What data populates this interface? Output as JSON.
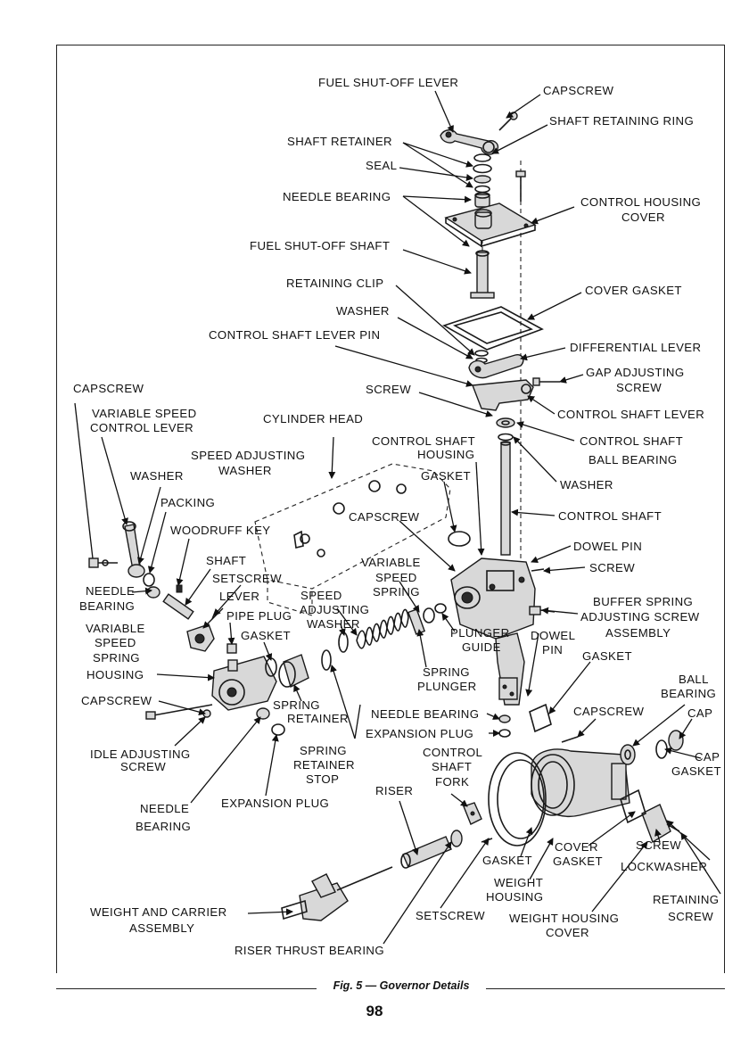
{
  "figure": {
    "caption": "Fig. 5 — Governor Details",
    "page_number": "98"
  },
  "labels": {
    "fuel_shutoff_lever": "FUEL SHUT-OFF LEVER",
    "capscrew_top": "CAPSCREW",
    "shaft_retaining_ring": "SHAFT RETAINING RING",
    "shaft_retainer": "SHAFT RETAINER",
    "seal": "SEAL",
    "needle_bearing_top": "NEEDLE BEARING",
    "control_housing_cover_1": "CONTROL HOUSING",
    "control_housing_cover_2": "COVER",
    "fuel_shutoff_shaft": "FUEL SHUT-OFF SHAFT",
    "retaining_clip": "RETAINING CLIP",
    "cover_gasket": "COVER GASKET",
    "washer_upper": "WASHER",
    "control_shaft_lever_pin": "CONTROL SHAFT LEVER PIN",
    "differential_lever": "DIFFERENTIAL LEVER",
    "gap_adjusting_screw_1": "GAP ADJUSTING",
    "gap_adjusting_screw_2": "SCREW",
    "capscrew_left": "CAPSCREW",
    "screw_mid": "SCREW",
    "control_shaft_lever": "CONTROL SHAFT LEVER",
    "variable_speed_control_lever_1": "VARIABLE SPEED",
    "variable_speed_control_lever_2": "CONTROL LEVER",
    "cylinder_head": "CYLINDER HEAD",
    "control_shaft_housing_1": "CONTROL SHAFT",
    "control_shaft_housing_2": "HOUSING",
    "control_shaft_ball_bearing_1": "CONTROL SHAFT",
    "control_shaft_ball_bearing_2": "BALL BEARING",
    "speed_adjusting_washer_top_1": "SPEED ADJUSTING",
    "speed_adjusting_washer_top_2": "WASHER",
    "washer_left": "WASHER",
    "gasket_housing": "GASKET",
    "washer_right": "WASHER",
    "packing": "PACKING",
    "capscrew_center": "CAPSCREW",
    "control_shaft": "CONTROL SHAFT",
    "woodruff_key": "WOODRUFF KEY",
    "dowel_pin_right": "DOWEL PIN",
    "shaft": "SHAFT",
    "variable_speed_spring_1": "VARIABLE",
    "variable_speed_spring_2": "SPEED",
    "variable_speed_spring_3": "SPRING",
    "screw_right": "SCREW",
    "setscrew_left": "SETSCREW",
    "needle_bearing_left_1": "NEEDLE",
    "needle_bearing_left_2": "BEARING",
    "lever": "LEVER",
    "speed_adjusting_washer_mid_1": "SPEED",
    "speed_adjusting_washer_mid_2": "ADJUSTING",
    "speed_adjusting_washer_mid_3": "WASHER",
    "buffer_spring_1": "BUFFER SPRING",
    "buffer_spring_2": "ADJUSTING SCREW",
    "buffer_spring_3": "ASSEMBLY",
    "pipe_plug": "PIPE PLUG",
    "gasket_left": "GASKET",
    "vs_spring_housing_1": "VARIABLE",
    "vs_spring_housing_2": "SPEED",
    "vs_spring_housing_3": "SPRING",
    "vs_spring_housing_4": "HOUSING",
    "plunger_guide_1": "PLUNGER",
    "plunger_guide_2": "GUIDE",
    "dowel_pin_mid_1": "DOWEL",
    "dowel_pin_mid_2": "PIN",
    "gasket_mid_right": "GASKET",
    "spring_plunger_1": "SPRING",
    "spring_plunger_2": "PLUNGER",
    "ball_bearing_1": "BALL",
    "ball_bearing_2": "BEARING",
    "capscrew_lower_left": "CAPSCREW",
    "spring_retainer_1": "SPRING",
    "spring_retainer_2": "RETAINER",
    "capscrew_lower_right": "CAPSCREW",
    "cap": "CAP",
    "needle_bearing_mid": "NEEDLE BEARING",
    "expansion_plug_mid": "EXPANSION PLUG",
    "idle_adjusting_screw_1": "IDLE ADJUSTING",
    "idle_adjusting_screw_2": "SCREW",
    "spring_retainer_stop_1": "SPRING",
    "spring_retainer_stop_2": "RETAINER",
    "spring_retainer_stop_3": "STOP",
    "control_shaft_fork_1": "CONTROL",
    "control_shaft_fork_2": "SHAFT",
    "control_shaft_fork_3": "FORK",
    "cap_gasket_1": "CAP",
    "cap_gasket_2": "GASKET",
    "needle_bearing_bottom_1": "NEEDLE",
    "needle_bearing_bottom_2": "BEARING",
    "expansion_plug_bottom": "EXPANSION PLUG",
    "riser": "RISER",
    "cover_gasket_lower_1": "COVER",
    "cover_gasket_lower_2": "GASKET",
    "screw_lower": "SCREW",
    "gasket_lower": "GASKET",
    "lockwasher": "LOCKWASHER",
    "weight_housing_1": "WEIGHT",
    "weight_housing_2": "HOUSING",
    "weight_and_carrier_1": "WEIGHT AND CARRIER",
    "weight_and_carrier_2": "ASSEMBLY",
    "setscrew_bottom": "SETSCREW",
    "weight_housing_cover_1": "WEIGHT HOUSING",
    "weight_housing_cover_2": "COVER",
    "retaining_screw_1": "RETAINING",
    "retaining_screw_2": "SCREW",
    "riser_thrust_bearing": "RISER THRUST BEARING"
  }
}
